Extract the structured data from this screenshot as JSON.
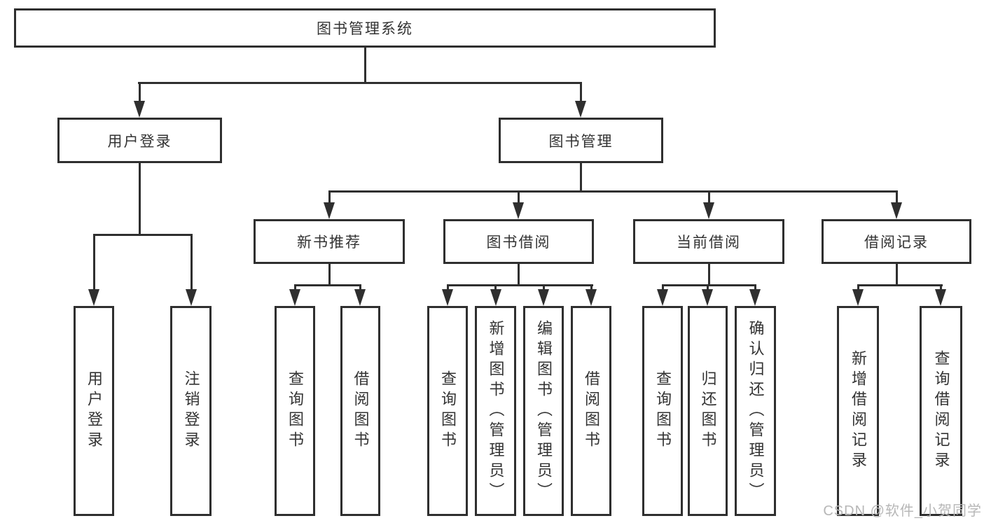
{
  "tree": {
    "root": {
      "label": "图书管理系统"
    },
    "children": [
      {
        "label": "用户登录",
        "children": [
          {
            "label": "用户登录"
          },
          {
            "label": "注销登录"
          }
        ]
      },
      {
        "label": "图书管理",
        "children": [
          {
            "label": "新书推荐",
            "children": [
              {
                "label": "查询图书"
              },
              {
                "label": "借阅图书"
              }
            ]
          },
          {
            "label": "图书借阅",
            "children": [
              {
                "label": "查询图书"
              },
              {
                "label": "新增图书（管理员）"
              },
              {
                "label": "编辑图书（管理员）"
              },
              {
                "label": "借阅图书"
              }
            ]
          },
          {
            "label": "当前借阅",
            "children": [
              {
                "label": "查询图书"
              },
              {
                "label": "归还图书"
              },
              {
                "label": "确认归还（管理员）"
              }
            ]
          },
          {
            "label": "借阅记录",
            "children": [
              {
                "label": "新增借阅记录"
              },
              {
                "label": "查询借阅记录"
              }
            ]
          }
        ]
      }
    ]
  },
  "watermark": {
    "text": "CSDN @软件_小贺同学"
  },
  "colors": {
    "line": "#2f2f2f",
    "text": "#333333",
    "background": "#ffffff",
    "watermark": "#b7b7b7"
  }
}
